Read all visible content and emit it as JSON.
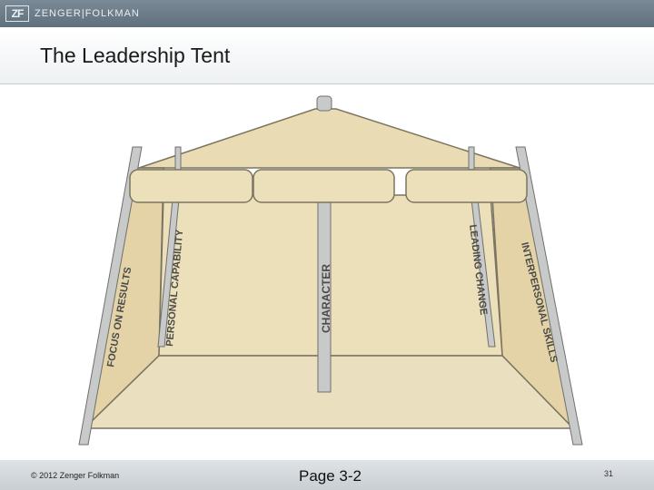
{
  "header": {
    "logo_mark": "ZF",
    "logo_text": "ZENGER|FOLKMAN"
  },
  "title": "The Leadership Tent",
  "diagram": {
    "poles": [
      "FOCUS ON RESULTS",
      "PERSONAL CAPABILITY",
      "CHARACTER",
      "LEADING CHANGE",
      "INTERPERSONAL SKILLS"
    ]
  },
  "footer": {
    "copyright": "© 2012 Zenger Folkman",
    "page_label": "Page 3-2",
    "page_number": "31"
  },
  "colors": {
    "canvas": "#e9dcb4",
    "canvas_dark": "#d9c795",
    "outline": "#7b7460",
    "pole": "#c8c9c9",
    "header_bar": "#6b7b87"
  }
}
